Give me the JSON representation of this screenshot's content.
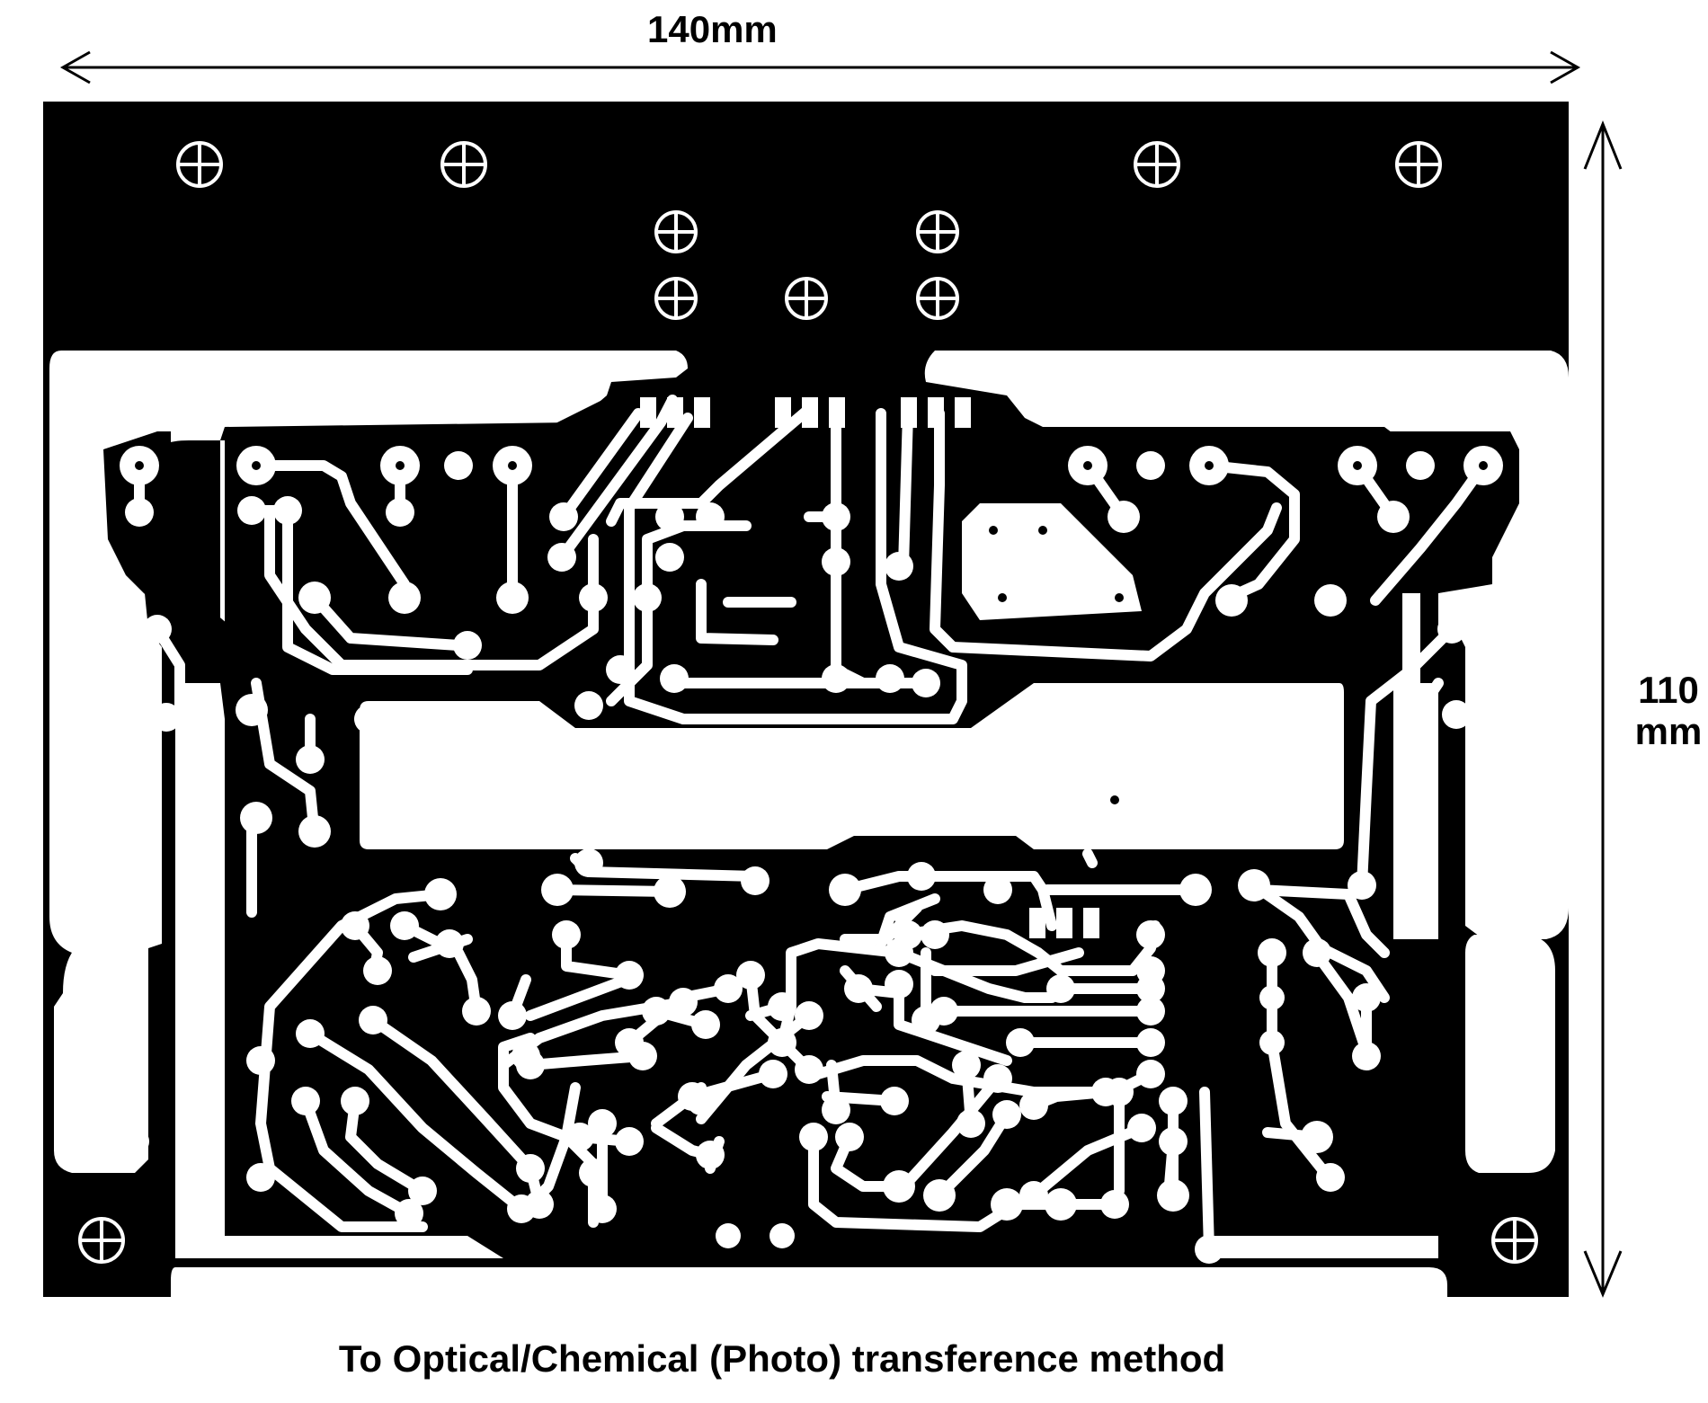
{
  "dimensions": {
    "width_label": "140mm",
    "height_label_line1": "110",
    "height_label_line2": "mm"
  },
  "caption": "To Optical/Chemical (Photo) transference method",
  "colors": {
    "copper": "#000000",
    "substrate": "#ffffff"
  }
}
